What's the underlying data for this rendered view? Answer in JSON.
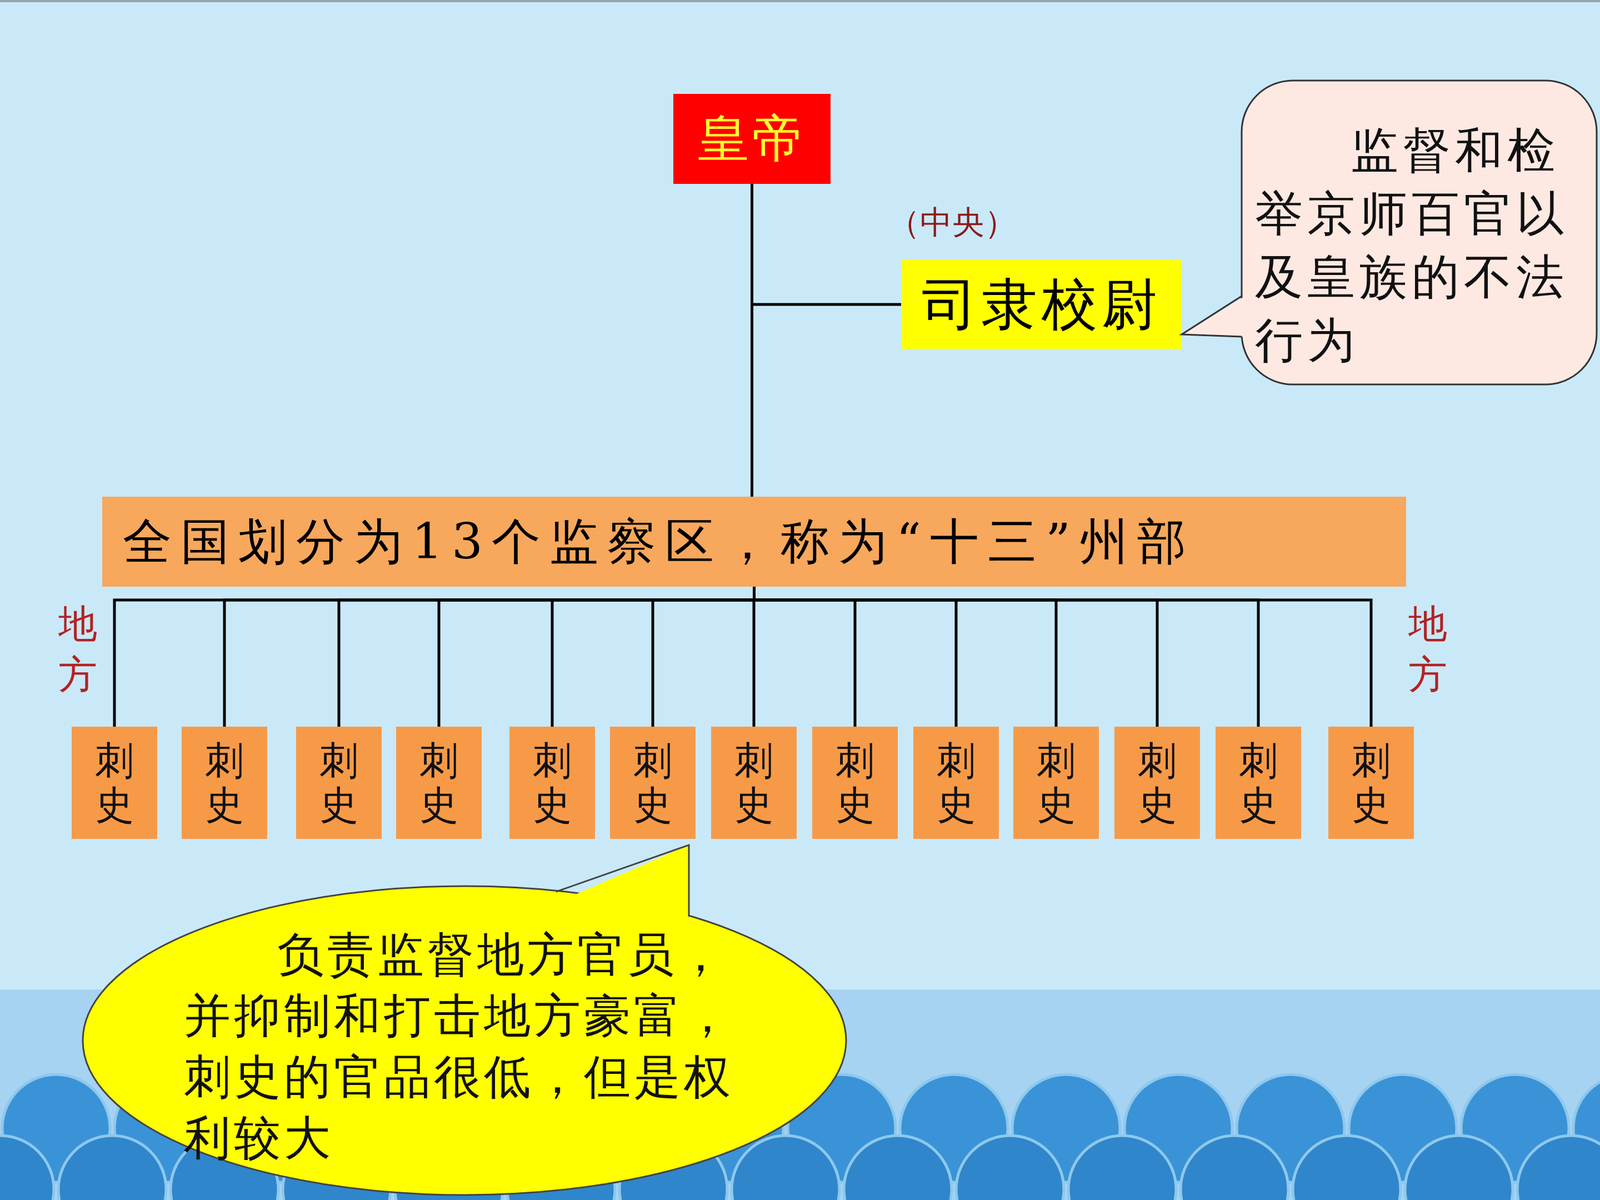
{
  "diagram": {
    "nodes": [
      {
        "text": [
          "皇帝"
        ]
      },
      {
        "text": [
          "司隶校尉"
        ]
      },
      {
        "text": [
          "监督和检举京师百官以及皇族的不法行为"
        ]
      },
      {
        "text": [
          "全国划分为13个监察区，称为“十三”州部"
        ]
      },
      {
        "text": [
          "刺史"
        ]
      },
      {
        "text": [
          "刺史"
        ]
      },
      {
        "text": [
          "刺史"
        ]
      },
      {
        "text": [
          "刺史"
        ]
      },
      {
        "text": [
          "刺史"
        ]
      },
      {
        "text": [
          "刺史"
        ]
      },
      {
        "text": [
          "刺史"
        ]
      },
      {
        "text": [
          "刺史"
        ]
      },
      {
        "text": [
          "刺史"
        ]
      },
      {
        "text": [
          "刺史"
        ]
      },
      {
        "text": [
          "刺史"
        ]
      },
      {
        "text": [
          "刺史"
        ]
      },
      {
        "text": [
          "刺史"
        ]
      },
      {
        "text": [
          "负责监督地方官员，并抑制和打击地方豪富，刺史的官品很低，但是权利较大"
        ]
      }
    ],
    "edges": [
      {
        "from": 0,
        "to": 1,
        "arrow": "none"
      },
      {
        "from": 0,
        "to": 3,
        "arrow": "none"
      },
      {
        "from": 3,
        "to": 4,
        "arrow": "none"
      },
      {
        "from": 3,
        "to": 5,
        "arrow": "none"
      },
      {
        "from": 3,
        "to": 6,
        "arrow": "none"
      },
      {
        "from": 3,
        "to": 7,
        "arrow": "none"
      },
      {
        "from": 3,
        "to": 8,
        "arrow": "none"
      },
      {
        "from": 3,
        "to": 9,
        "arrow": "none"
      },
      {
        "from": 3,
        "to": 10,
        "arrow": "none"
      },
      {
        "from": 3,
        "to": 11,
        "arrow": "none"
      },
      {
        "from": 3,
        "to": 12,
        "arrow": "none"
      },
      {
        "from": 3,
        "to": 13,
        "arrow": "none"
      },
      {
        "from": 3,
        "to": 14,
        "arrow": "none"
      },
      {
        "from": 3,
        "to": 15,
        "arrow": "none"
      },
      {
        "from": 3,
        "to": 16,
        "arrow": "none"
      }
    ],
    "labels": [
      "（中央）",
      "地方",
      "地方"
    ]
  }
}
